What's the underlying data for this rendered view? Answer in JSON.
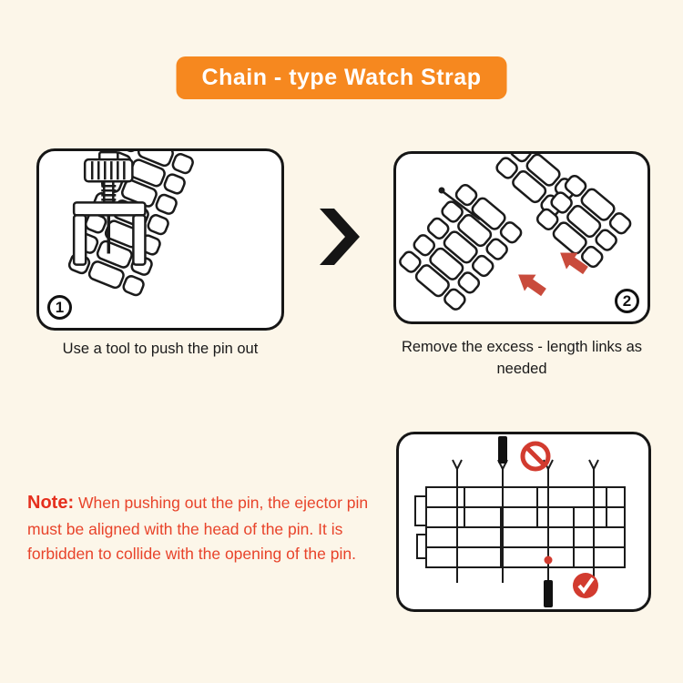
{
  "banner": {
    "label": "Chain - type Watch Strap"
  },
  "steps": [
    {
      "number": "1",
      "caption": "Use a tool to push the pin out"
    },
    {
      "number": "2",
      "caption": "Remove the excess - length links as needed"
    }
  ],
  "note": {
    "label": "Note:",
    "text": "When pushing out the pin, the ejector pin must be aligned with the head of the pin. It is forbidden to collide with the opening of the pin."
  },
  "colors": {
    "background": "#fcf6e9",
    "banner_bg": "#f6881f",
    "banner_text": "#ffffff",
    "note_red": "#e8432a",
    "arrow_red": "#c94b3c",
    "line_black": "#1b1b1b"
  },
  "icons": {
    "chevron": "chevron-right-icon",
    "prohibition": "prohibition-icon",
    "check": "check-circle-icon"
  }
}
